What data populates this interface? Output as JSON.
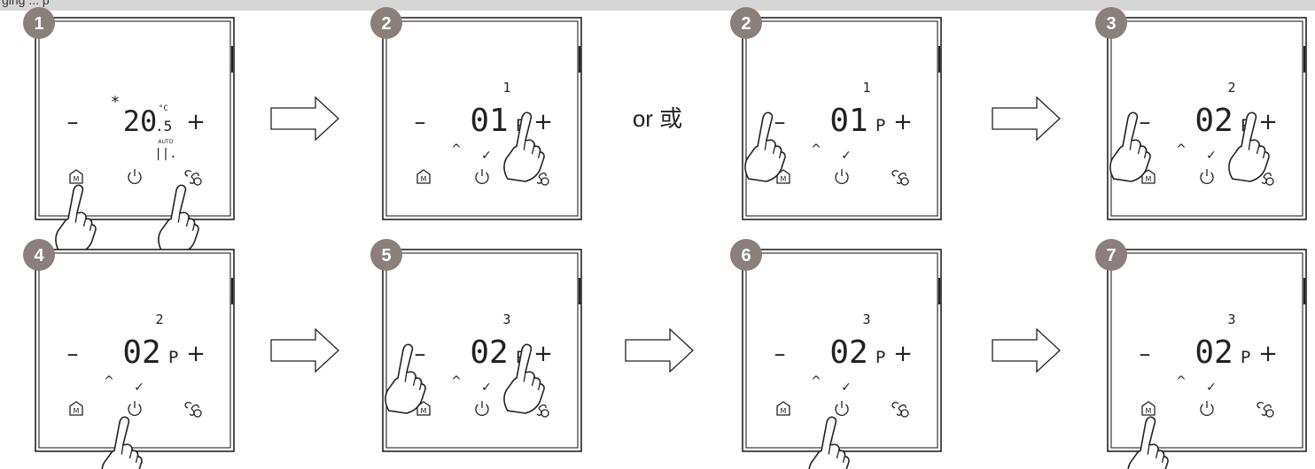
{
  "header": {
    "caption": "ging ... p"
  },
  "separator": "or 或",
  "panels": [
    {
      "step": "1",
      "temp": "20",
      "temp_decimal": ".5",
      "unit": "°C",
      "snow": "*",
      "auto": "AUTO",
      "fan_bars": "||.",
      "number": "",
      "p": "",
      "prog": "",
      "touch": [
        "mode",
        "fan"
      ]
    },
    {
      "step": "2",
      "number": "01",
      "p": "P",
      "prog": "1",
      "touch": [
        "plus"
      ]
    },
    {
      "step": "2",
      "number": "01",
      "p": "P",
      "prog": "1",
      "touch": [
        "minus"
      ]
    },
    {
      "step": "3",
      "number": "02",
      "p": "P",
      "prog": "2",
      "touch": [
        "minus",
        "plus"
      ]
    },
    {
      "step": "4",
      "number": "02",
      "p": "P",
      "prog": "2",
      "touch": [
        "power"
      ]
    },
    {
      "step": "5",
      "number": "02",
      "p": "P",
      "prog": "3",
      "touch": [
        "minus",
        "plus"
      ]
    },
    {
      "step": "6",
      "number": "02",
      "p": "P",
      "prog": "3",
      "touch": [
        "power"
      ]
    },
    {
      "step": "7",
      "number": "02",
      "p": "P",
      "prog": "3",
      "touch": [
        "mode"
      ]
    }
  ],
  "controls": {
    "minus": "–",
    "plus": "+",
    "mode": "M",
    "check": "✓",
    "up": "^",
    "power": "⏻"
  },
  "icons": [
    "mode-button-icon",
    "power-icon",
    "fan-icon",
    "hand-pointer-icon",
    "arrow-right-icon"
  ],
  "colors": {
    "badge": "#8a7f7a",
    "line": "#222222",
    "topbar": "#d6d6d6"
  }
}
